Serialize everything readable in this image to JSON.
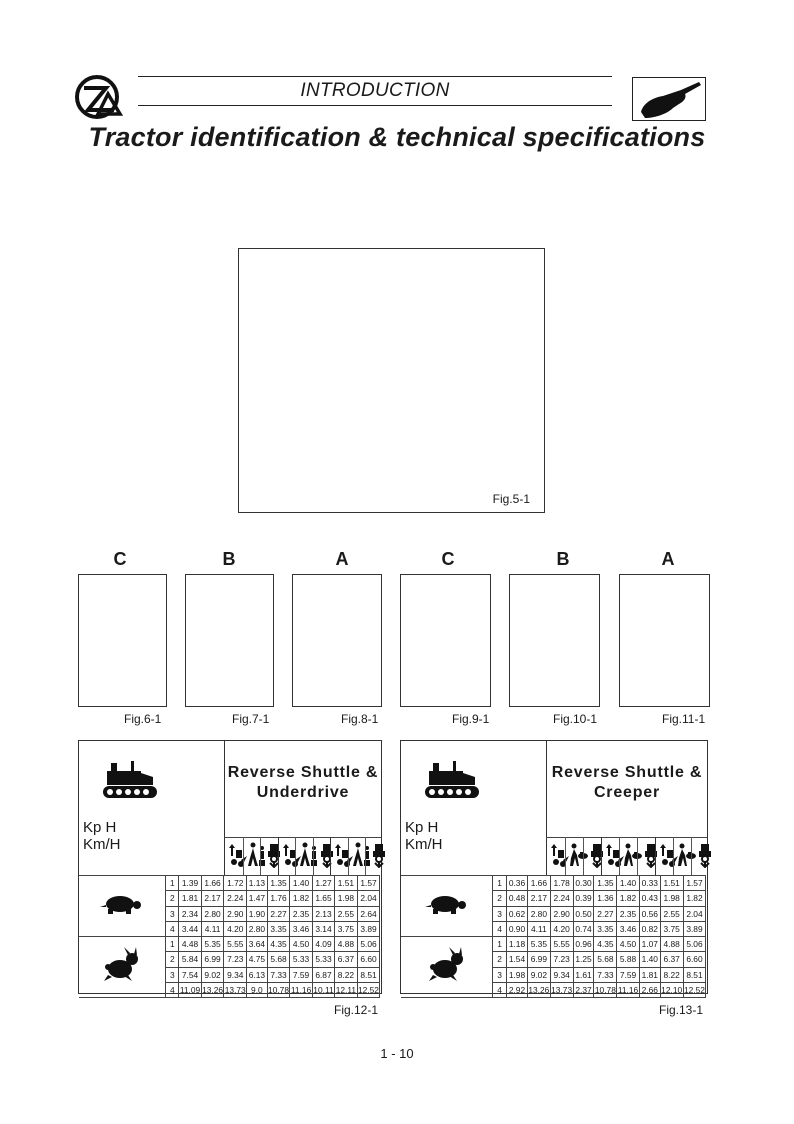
{
  "header": {
    "section": "INTRODUCTION",
    "title": "Tractor identification & technical specifications"
  },
  "figures": {
    "fig5": "Fig.5-1",
    "left_letters": [
      "C",
      "B",
      "A"
    ],
    "right_letters": [
      "C",
      "B",
      "A"
    ],
    "captions": [
      "Fig.6-1",
      "Fig.7-1",
      "Fig.8-1",
      "Fig.9-1",
      "Fig.10-1",
      "Fig.11-1"
    ]
  },
  "tables": [
    {
      "title_line1": "Reverse Shuttle &",
      "title_line2": "Underdrive",
      "unit_line1": "Kp H",
      "unit_line2": "Km/H",
      "caption": "Fig.12-1",
      "gears": [
        "1",
        "2",
        "3",
        "4",
        "1",
        "2",
        "3",
        "4"
      ],
      "rows": [
        [
          "1.39",
          "1.66",
          "1.72",
          "1.13",
          "1.35",
          "1.40",
          "1.27",
          "1.51",
          "1.57"
        ],
        [
          "1.81",
          "2.17",
          "2.24",
          "1.47",
          "1.76",
          "1.82",
          "1.65",
          "1.98",
          "2.04"
        ],
        [
          "2.34",
          "2.80",
          "2.90",
          "1.90",
          "2.27",
          "2.35",
          "2.13",
          "2.55",
          "2.64"
        ],
        [
          "3.44",
          "4.11",
          "4.20",
          "2.80",
          "3.35",
          "3.46",
          "3.14",
          "3.75",
          "3.89"
        ],
        [
          "4.48",
          "5.35",
          "5.55",
          "3.64",
          "4.35",
          "4.50",
          "4.09",
          "4.88",
          "5.06"
        ],
        [
          "5.84",
          "6.99",
          "7.23",
          "4.75",
          "5.68",
          "5.33",
          "5.33",
          "6.37",
          "6.60"
        ],
        [
          "7.54",
          "9.02",
          "9.34",
          "6.13",
          "7.33",
          "7.59",
          "6.87",
          "8.22",
          "8.51"
        ],
        [
          "11.09",
          "13.26",
          "13.73",
          "9.0",
          "10.78",
          "11.16",
          "10.11",
          "12.11",
          "12.52"
        ]
      ]
    },
    {
      "title_line1": "Reverse Shuttle &",
      "title_line2": "Creeper",
      "unit_line1": "Kp H",
      "unit_line2": "Km/H",
      "caption": "Fig.13-1",
      "gears": [
        "1",
        "2",
        "3",
        "4",
        "1",
        "2",
        "3",
        "4"
      ],
      "rows": [
        [
          "0.36",
          "1.66",
          "1.78",
          "0.30",
          "1.35",
          "1.40",
          "0.33",
          "1.51",
          "1.57"
        ],
        [
          "0.48",
          "2.17",
          "2.24",
          "0.39",
          "1.36",
          "1.82",
          "0.43",
          "1.98",
          "1.82"
        ],
        [
          "0.62",
          "2.80",
          "2.90",
          "0.50",
          "2.27",
          "2.35",
          "0.56",
          "2.55",
          "2.04"
        ],
        [
          "0.90",
          "4.11",
          "4.20",
          "0.74",
          "3.35",
          "3.46",
          "0.82",
          "3.75",
          "3.89"
        ],
        [
          "1.18",
          "5.35",
          "5.55",
          "0.96",
          "4.35",
          "4.50",
          "1.07",
          "4.88",
          "5.06"
        ],
        [
          "1.54",
          "6.99",
          "7.23",
          "1.25",
          "5.68",
          "5.88",
          "1.40",
          "6.37",
          "6.60"
        ],
        [
          "1.98",
          "9.02",
          "9.34",
          "1.61",
          "7.33",
          "7.59",
          "1.81",
          "8.22",
          "8.51"
        ],
        [
          "2.92",
          "13.26",
          "13.73",
          "2.37",
          "10.78",
          "11.16",
          "2.66",
          "12.10",
          "12.52"
        ]
      ]
    }
  ],
  "page_number": "1 - 10"
}
